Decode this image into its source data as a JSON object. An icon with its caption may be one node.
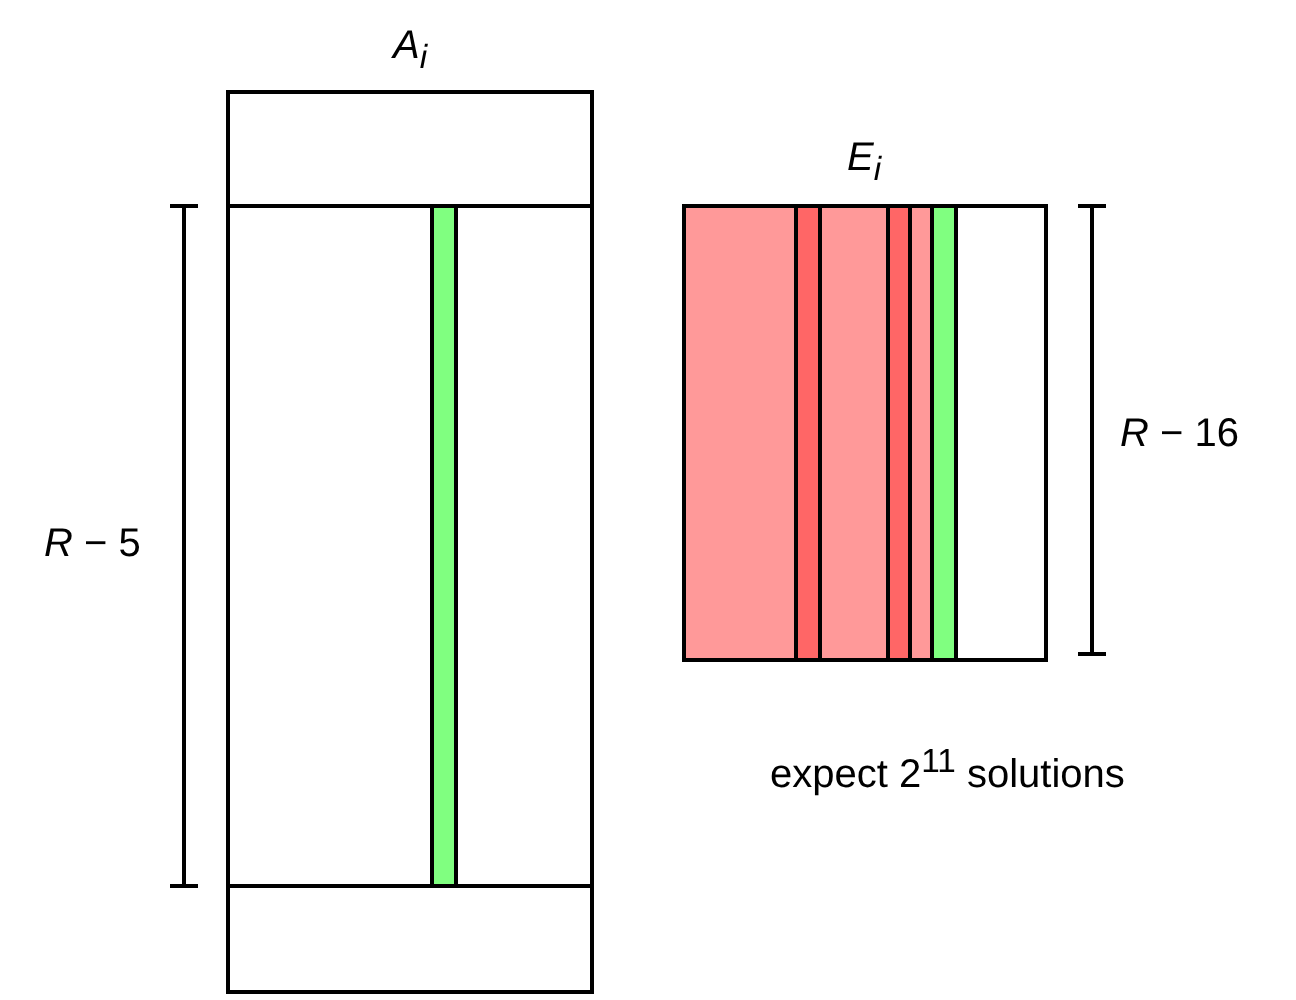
{
  "diagram": {
    "nodes": [
      {
        "text": [
          "A$_{i}$"
        ]
      },
      {
        "text": [
          "E$_{i}$"
        ]
      }
    ],
    "labels": [
      "*R* − 5",
      "*R* − 16",
      "expect 2$^{11}$ solutions"
    ]
  }
}
